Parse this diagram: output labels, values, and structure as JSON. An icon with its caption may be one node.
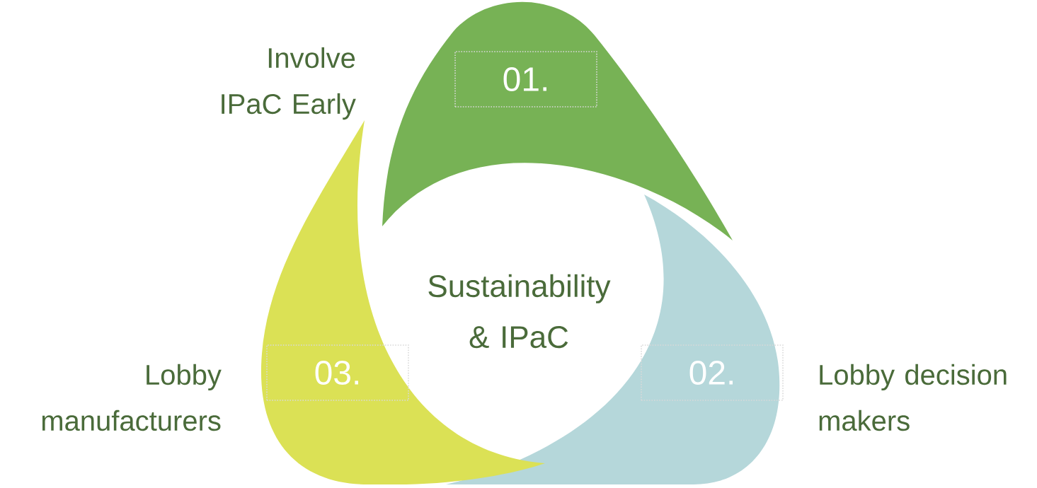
{
  "diagram": {
    "nodes": [
      {
        "text": [
          "01."
        ],
        "beside": [
          "Involve IPaC Early"
        ]
      },
      {
        "text": [
          "02."
        ],
        "beside": [
          "Lobby decision makers"
        ]
      },
      {
        "text": [
          "03."
        ],
        "beside": [
          "Lobby manufacturers"
        ]
      }
    ],
    "labels": [
      "Sustainability & IPaC"
    ]
  }
}
